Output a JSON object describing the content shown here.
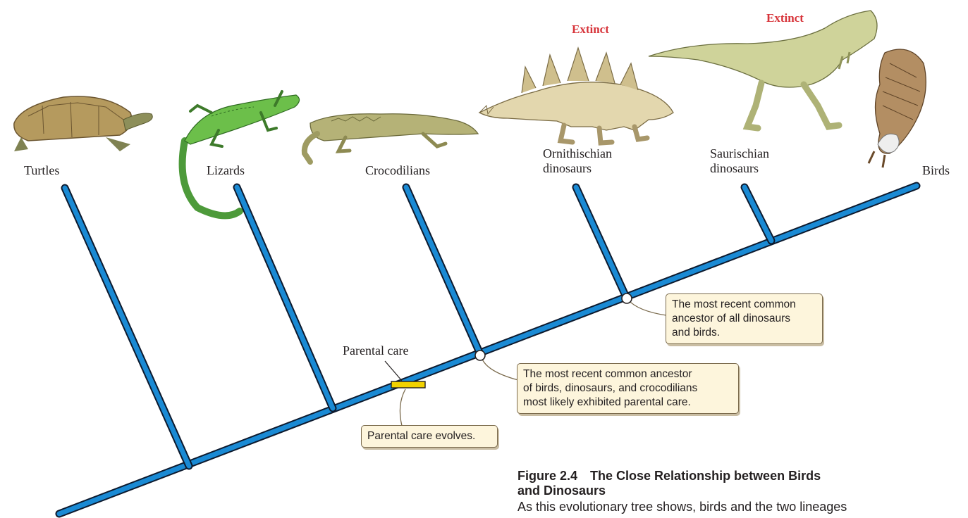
{
  "taxa": {
    "turtles": "Turtles",
    "lizards": "Lizards",
    "crocodilians": "Crocodilians",
    "ornithischian_line1": "Ornithischian",
    "ornithischian_line2": "dinosaurs",
    "saurischian_line1": "Saurischian",
    "saurischian_line2": "dinosaurs",
    "birds": "Birds"
  },
  "extinct_labels": {
    "ornithischian": "Extinct",
    "saurischian": "Extinct"
  },
  "trait": {
    "label": "Parental care"
  },
  "callouts": {
    "dinosaur_bird_ancestor": [
      "The most recent common",
      "ancestor of all dinosaurs",
      "and birds."
    ],
    "archosaur_ancestor": [
      "The most recent common ancestor",
      "of birds, dinosaurs, and crocodilians",
      "most likely exhibited parental care."
    ],
    "parental_care_evolves": "Parental care evolves."
  },
  "caption": {
    "figure_label": "Figure 2.4",
    "title_line1": "The Close Relationship between Birds",
    "title_line2": "and Dinosaurs",
    "body_partial": "As this evolutionary tree shows, birds and the two lineages"
  },
  "colors": {
    "branch": "#1a8ad4",
    "branch_outline": "#0d1a2e",
    "trait_bar": "#f2d200",
    "extinct": "#d7343a",
    "callout_fill": "#fdf5dc"
  },
  "icons": [
    "turtle-illustration",
    "lizard-illustration",
    "crocodile-illustration",
    "stegosaurus-illustration",
    "theropod-illustration",
    "eagle-illustration"
  ]
}
